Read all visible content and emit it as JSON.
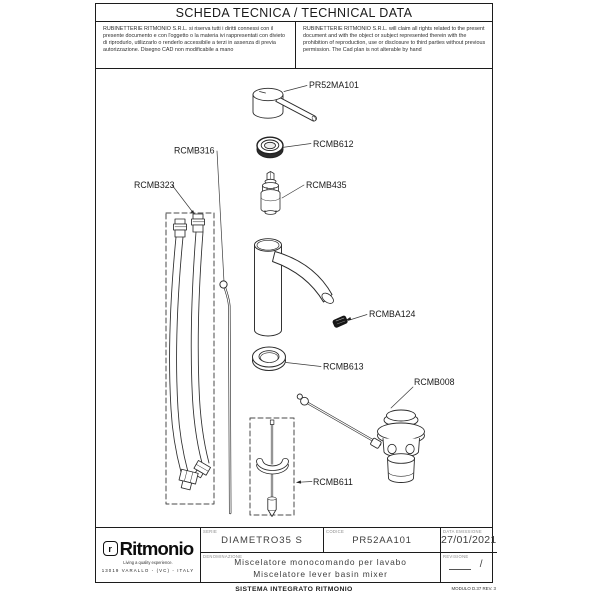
{
  "header": {
    "title": "SCHEDA TECNICA / TECHNICAL DATA",
    "legal_it": "RUBINETTERIE RITMONIO S.R.L. si riserva tutti i diritti connessi con il presente documento e con l'oggetto o la materia ivi rappresentati con divieto di riprodurlo, utilizzarlo o renderlo accessibile a terzi in assenza di previa autorizzazione. Disegno CAD non modificabile a mano",
    "legal_en": "RUBINETTERIE RITMONIO S.R.L. will claim all rights related to the present document and with the object or subject represented therein with the prohibition  of reproduction, use or disclosure to third parties without previous permission.  The Cad plan is not alterable by hand"
  },
  "parts": [
    {
      "code": "PR52MA101",
      "name": "lever-handle"
    },
    {
      "code": "RCMB612",
      "name": "handle-ring"
    },
    {
      "code": "RCMB316",
      "name": "pull-rod"
    },
    {
      "code": "RCMB323",
      "name": "flexible-hoses"
    },
    {
      "code": "RCMB435",
      "name": "cartridge"
    },
    {
      "code": "RCMBA124",
      "name": "aerator"
    },
    {
      "code": "RCMB613",
      "name": "base-ring"
    },
    {
      "code": "RCMB008",
      "name": "pop-up-waste"
    },
    {
      "code": "RCMB611",
      "name": "waste-rod"
    }
  ],
  "titleblock": {
    "logo": {
      "name": "Ritmonio",
      "mark": "r",
      "tagline": "Living a quality experience.",
      "address": "13019 VARALLO - (VC) - ITALY"
    },
    "fields": {
      "serie": {
        "label": "SERIE",
        "value": "DIAMETRO35  S"
      },
      "codice": {
        "label": "CODICE",
        "value": "PR52AA101"
      },
      "data_emissione": {
        "label": "DATA  EMISSIONE",
        "value": "27/01/2021"
      },
      "denominazione": {
        "label": "DENOMINAZIONE",
        "line1": "Miscelatore  monocomando  per  lavabo",
        "line2": "Miscelatore  lever  basin  mixer"
      },
      "revisione": {
        "label": "REVISIONE",
        "value": "/"
      }
    }
  },
  "footer": {
    "sistema": "SISTEMA INTEGRATO RITMONIO",
    "modulo": "MODULO D.37 REV. 3"
  }
}
